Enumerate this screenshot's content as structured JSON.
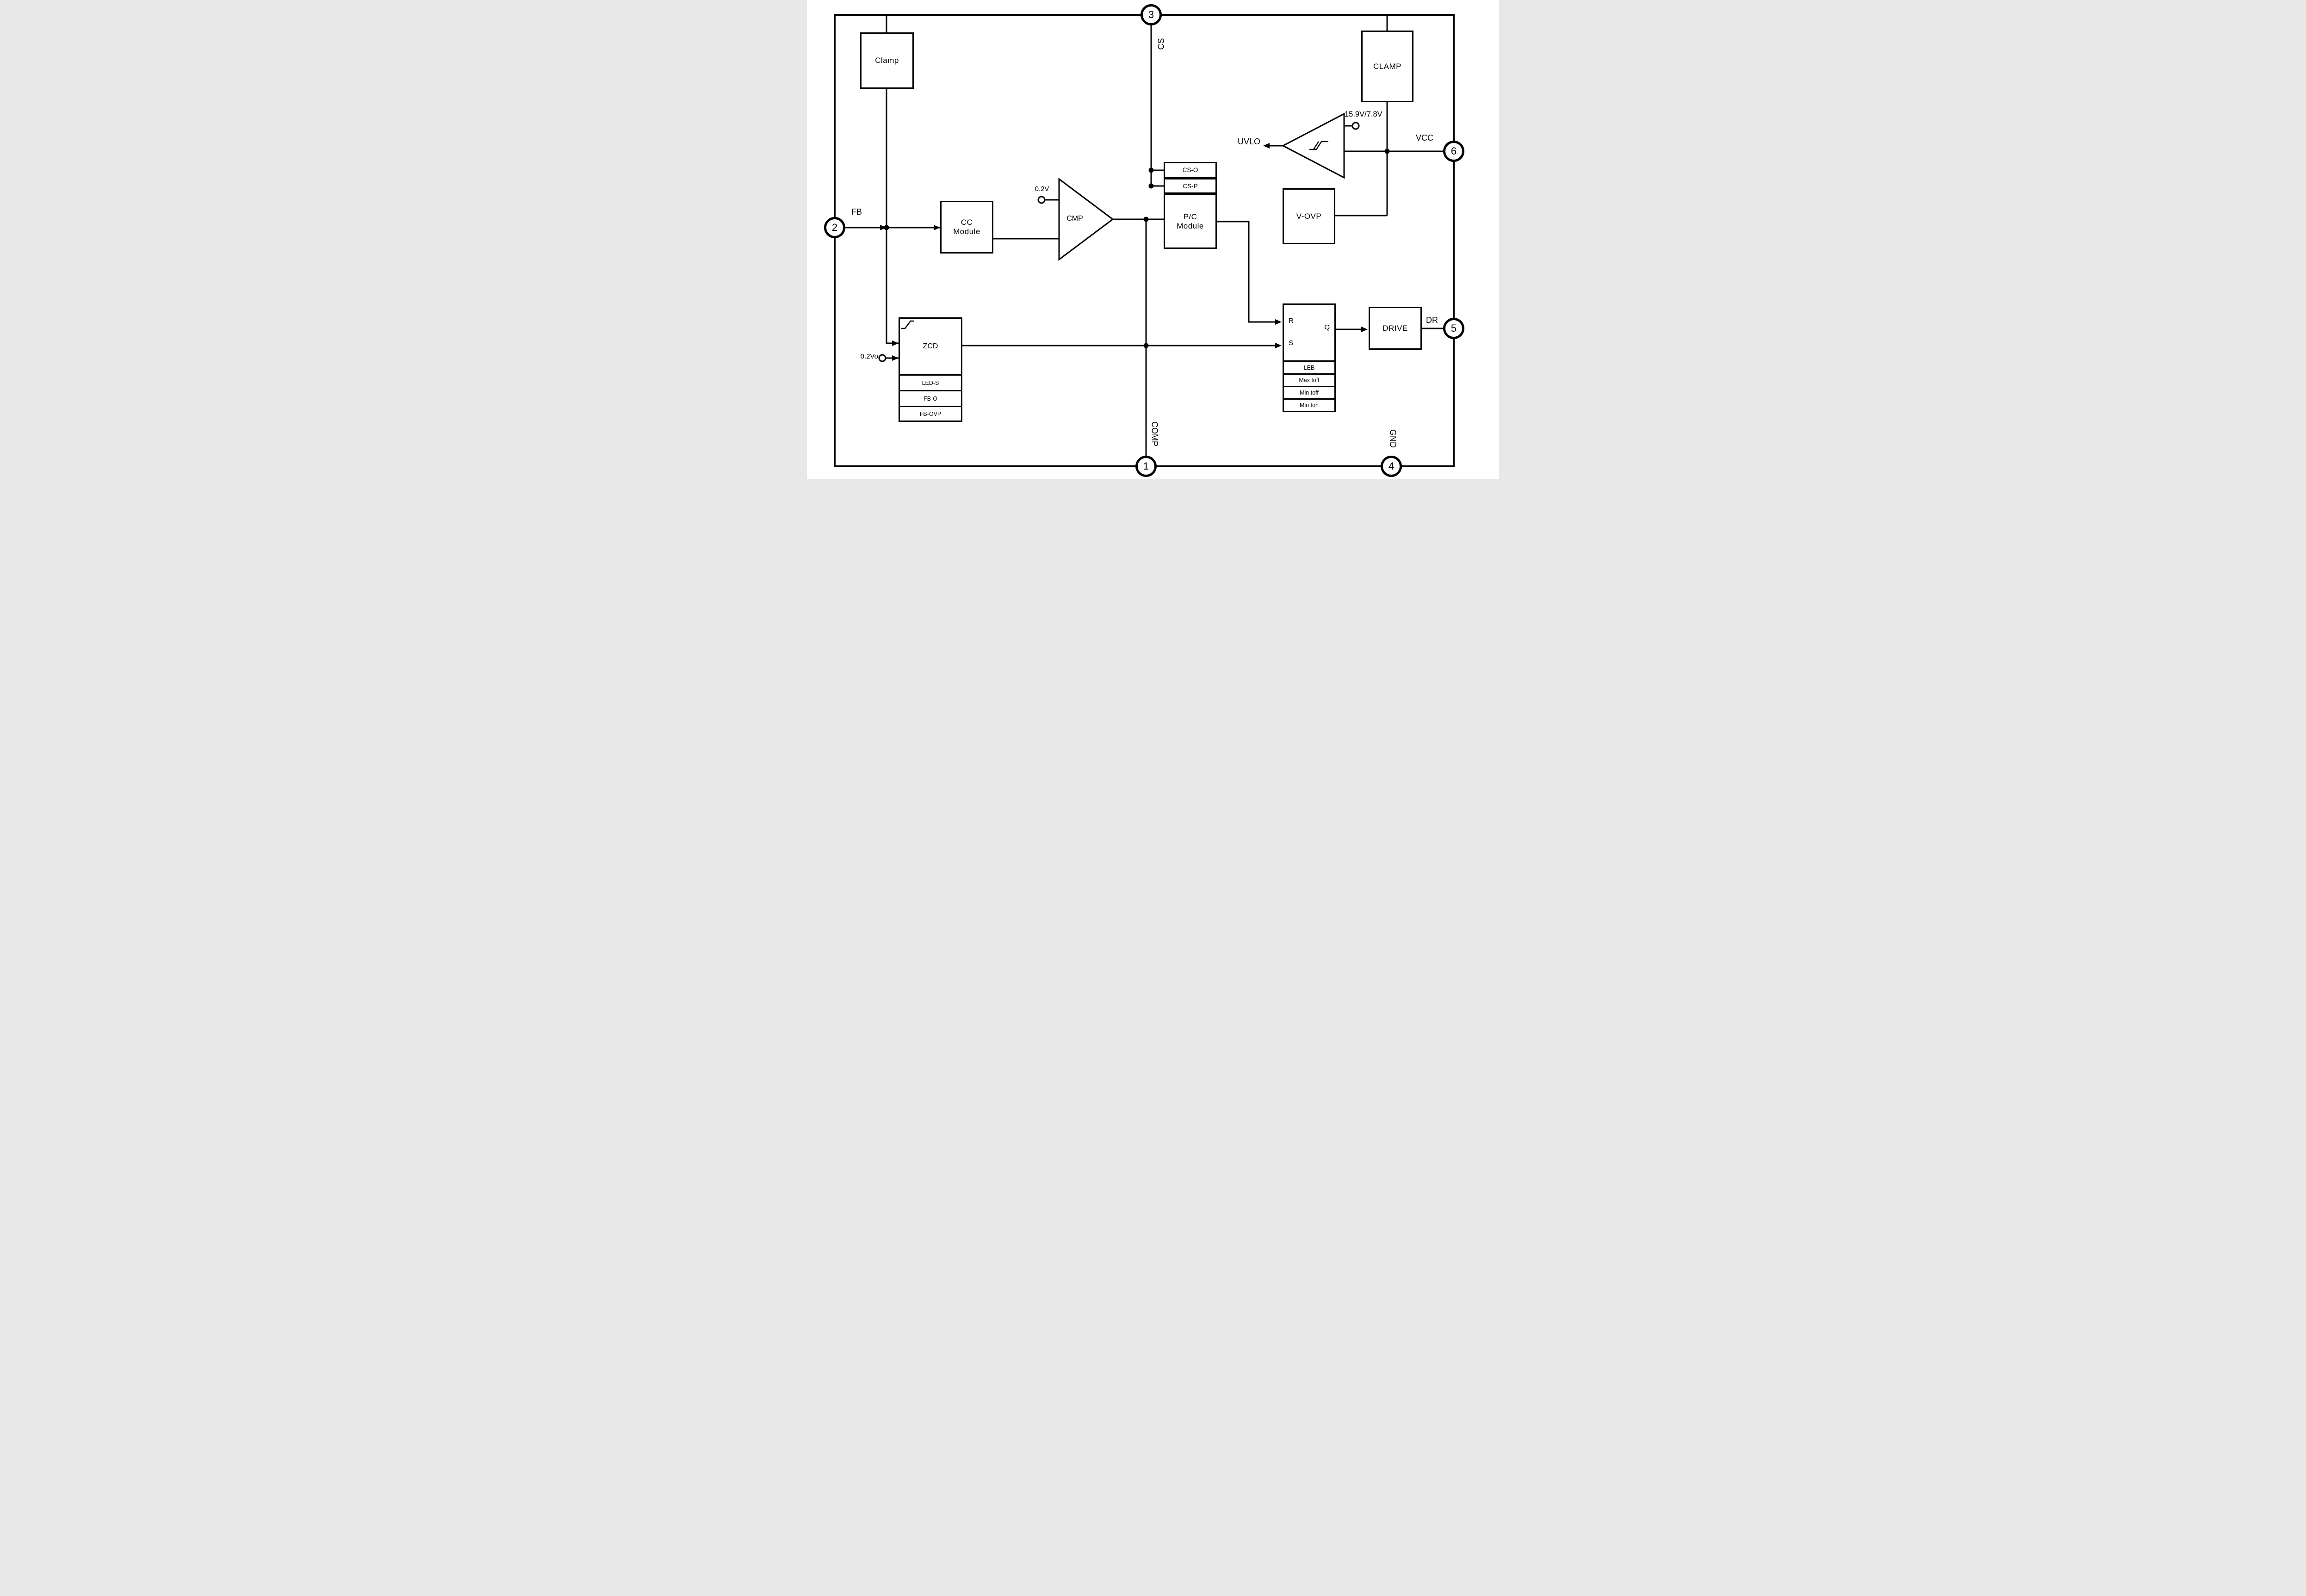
{
  "colors": {
    "line": "#000000",
    "background": "#ffffff"
  },
  "pins": [
    {
      "number": "1",
      "name": "COMP"
    },
    {
      "number": "2",
      "name": "FB"
    },
    {
      "number": "3",
      "name": "CS"
    },
    {
      "number": "4",
      "name": "GND"
    },
    {
      "number": "5",
      "name": "DR"
    },
    {
      "number": "6",
      "name": "VCC"
    }
  ],
  "blocks": {
    "clamp_left": "Clamp",
    "clamp_right": "CLAMP",
    "cc": {
      "l1": "CC",
      "l2": "Module"
    },
    "cmp": "CMP",
    "pc": {
      "l1": "P/C",
      "l2": "Module"
    },
    "cs_o": "CS-O",
    "cs_p": "CS-P",
    "v_ovp": "V-OVP",
    "drive": "DRIVE",
    "uvlo": {
      "label": "UVLO",
      "threshold": "15.9V/7.8V"
    },
    "zcd": {
      "title": "ZCD",
      "rows": [
        "LED-S",
        "FB-O",
        "FB-OVP"
      ]
    },
    "logic": {
      "r": "R",
      "s": "S",
      "q": "Q",
      "rows": [
        "LEB",
        "Max toff",
        "Min toff",
        "Min ton"
      ]
    }
  },
  "refs": {
    "v02": "0.2V",
    "v02o": "0.2Vo"
  },
  "icons": {
    "zcd": "zero-cross-icon",
    "uvlo": "hysteresis-icon"
  }
}
